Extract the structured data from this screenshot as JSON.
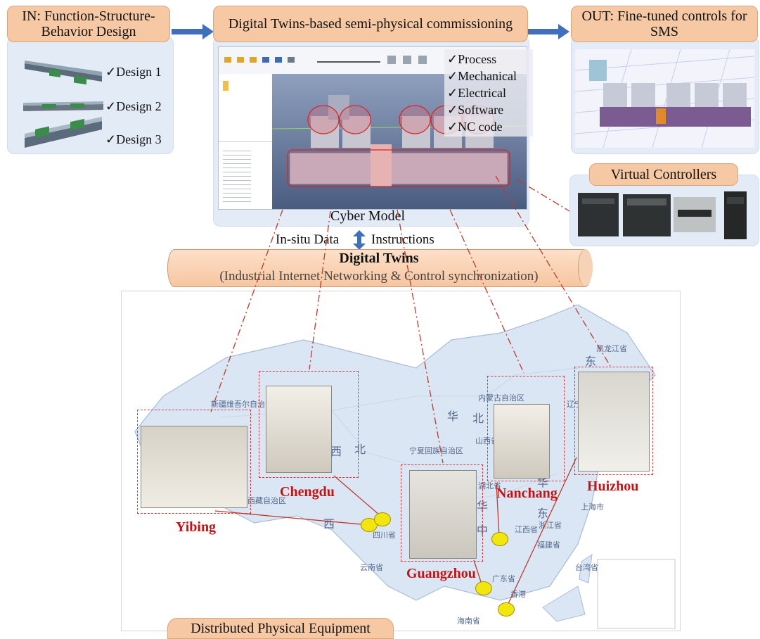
{
  "in_panel": {
    "title": "IN: Function-Structure-Behavior Design",
    "designs": [
      "✓Design 1",
      "✓Design 2",
      "✓Design 3"
    ]
  },
  "center_panel": {
    "title": "Digital Twins-based semi-physical commissioning",
    "checklist": [
      "✓Process",
      "✓Mechanical",
      "✓Electrical",
      "✓Software",
      "✓NC code"
    ],
    "cyber_label": "Cyber Model"
  },
  "out_panel": {
    "title": "OUT: Fine-tuned controls for SMS"
  },
  "controllers": {
    "title": "Virtual Controllers"
  },
  "sync": {
    "left_label": "In-situ Data",
    "right_label": "Instructions",
    "title": "Digital Twins",
    "subtitle": "(Industrial Internet Networking & Control synchronization)"
  },
  "map": {
    "cities": [
      "Chengdu",
      "Yibing",
      "Guangzhou",
      "Nanchang",
      "Huizhou"
    ],
    "footer": "Distributed Physical Equipment",
    "map_labels": [
      "新疆维吾尔自治区",
      "西藏自治区",
      "西",
      "北",
      "西",
      "华",
      "北",
      "华",
      "中",
      "华",
      "东",
      "东",
      "云南省",
      "四川省",
      "江西省",
      "福建省",
      "浙江省",
      "上海市",
      "广东省",
      "香港",
      "海南省",
      "台湾省",
      "黑龙江省",
      "内蒙古自治区",
      "辽宁省",
      "宁夏回族自治区",
      "山西省",
      "湖北省"
    ]
  }
}
